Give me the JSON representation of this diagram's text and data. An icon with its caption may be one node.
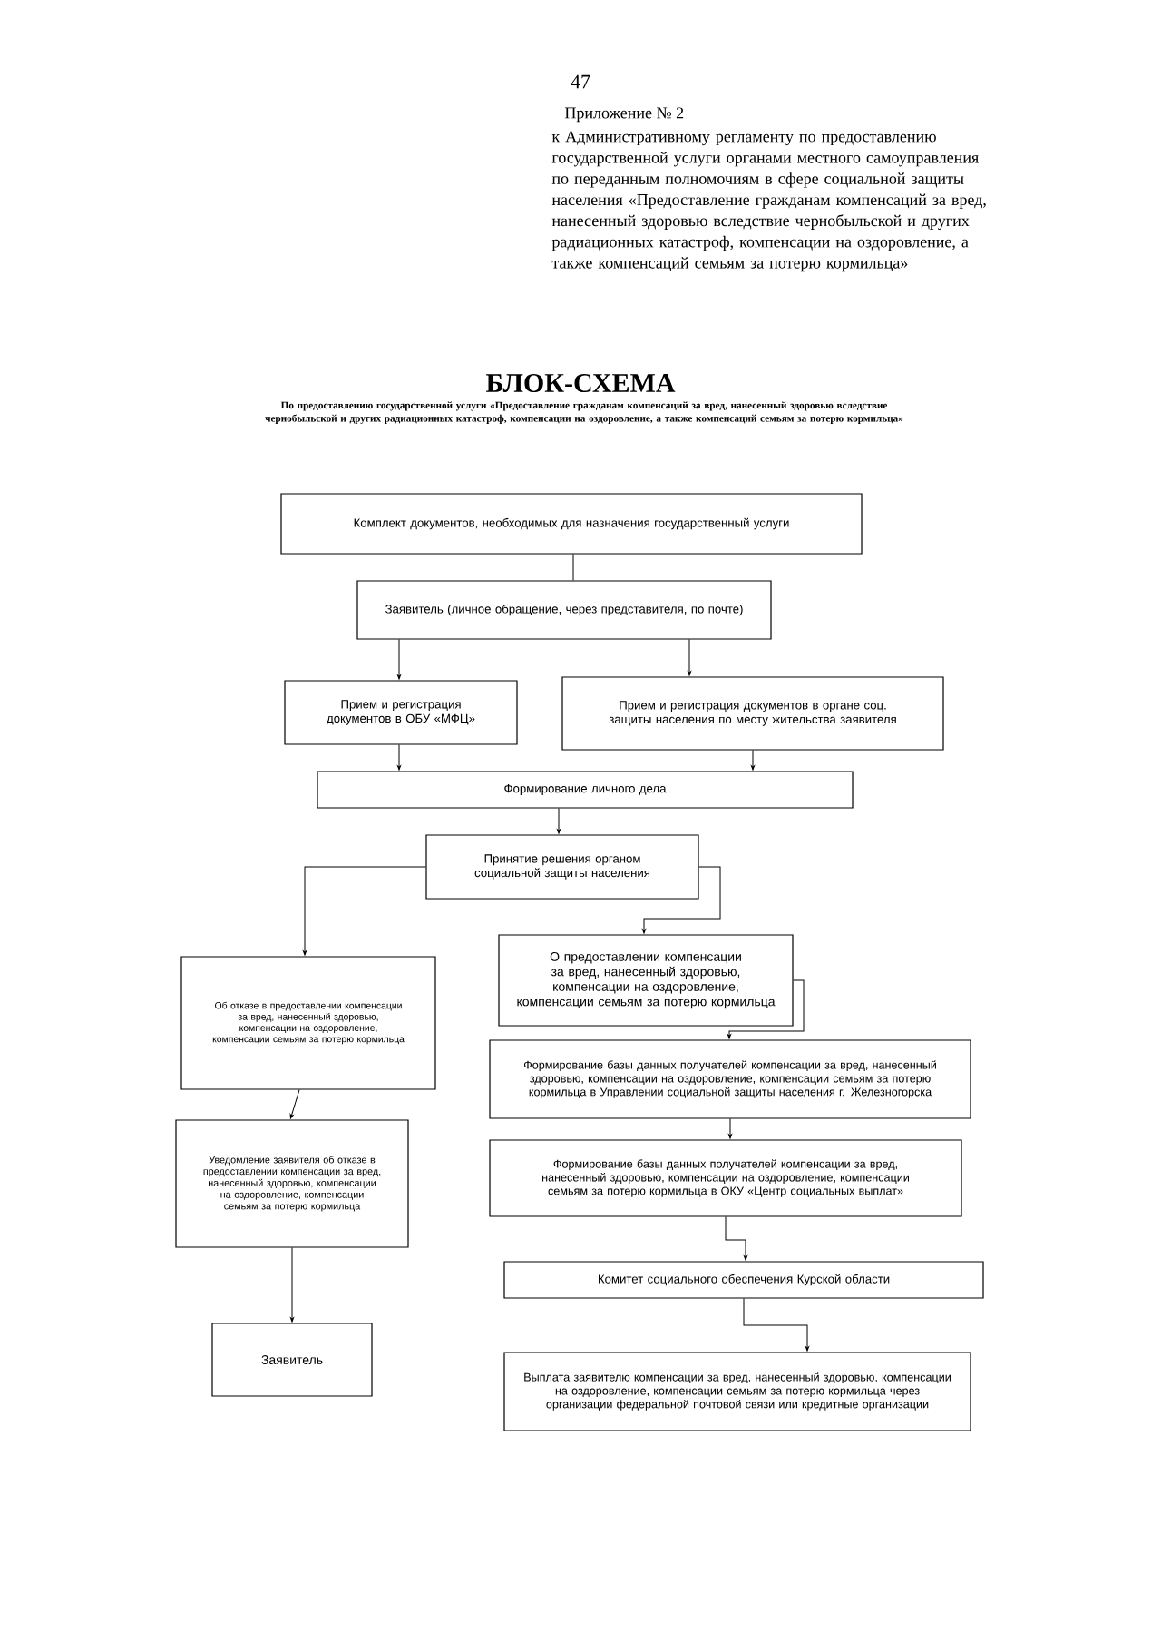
{
  "diagram": {
    "title": "БЛОК-СХЕМА",
    "nodes": [
      {
        "text": [
          "Комплект документов, необходимых для назначения государственный услуги"
        ]
      },
      {
        "text": [
          "Заявитель (личное обращение, через представителя, по почте)"
        ]
      },
      {
        "text": [
          "Прием и регистрация документов в ОБУ «МФЦ»"
        ]
      },
      {
        "text": [
          "Прием и регистрация документов в органе соц. защиты населения по месту жительства заявителя"
        ]
      },
      {
        "text": [
          "Формирование личного дела"
        ]
      },
      {
        "text": [
          "Принятие решения органом социальной защиты населения"
        ]
      },
      {
        "text": [
          "Об отказе в предоставлении компенсации за вред, нанесенный здоровью, компенсации на оздоровление, компенсации семьям за потерю кормильца"
        ]
      },
      {
        "text": [
          "О предоставлении компенсации за вред, нанесенный здоровью, компенсации на оздоровление, компенсации семьям за потерю кормильца"
        ]
      },
      {
        "text": [
          "Уведомление заявителя об отказе в предоставлении компенсации за вред, нанесенный здоровью, компенсации на оздоровление, компенсации семьям за потерю кормильца"
        ]
      },
      {
        "text": [
          "Формирование базы данных получателей компенсации за вред, нанесенный здоровью, компенсации на оздоровление, компенсации семьям за потерю кормильца в Управлении социальной защиты населения г. Железногорска"
        ]
      },
      {
        "text": [
          "Формирование базы данных получателей компенсации за вред, нанесенный здоровью, компенсации на оздоровление, компенсации семьям за потерю кормильца в ОКУ «Центр социальных выплат»"
        ]
      },
      {
        "text": [
          "Комитет социального обеспечения Курской области"
        ]
      },
      {
        "text": [
          "Выплата заявителю компенсации за вред, нанесенный здоровью, компенсации на оздоровление, компенсации семьям за потерю кормильца через организации федеральной почтовой связи или кредитные организации"
        ]
      },
      {
        "text": [
          "Заявитель"
        ]
      }
    ],
    "edges": [
      {
        "from": 0,
        "to": 1,
        "arrow": "none"
      },
      {
        "from": 1,
        "to": 2,
        "arrow": "to"
      },
      {
        "from": 1,
        "to": 3,
        "arrow": "to"
      },
      {
        "from": 2,
        "to": 4,
        "arrow": "to"
      },
      {
        "from": 3,
        "to": 4,
        "arrow": "to"
      },
      {
        "from": 4,
        "to": 5,
        "arrow": "to"
      },
      {
        "from": 5,
        "to": 6,
        "arrow": "to"
      },
      {
        "from": 5,
        "to": 7,
        "arrow": "to"
      },
      {
        "from": 6,
        "to": 8,
        "arrow": "to"
      },
      {
        "from": 7,
        "to": 9,
        "arrow": "to"
      },
      {
        "from": 9,
        "to": 10,
        "arrow": "to"
      },
      {
        "from": 10,
        "to": 11,
        "arrow": "to"
      },
      {
        "from": 11,
        "to": 12,
        "arrow": "to"
      },
      {
        "from": 8,
        "to": 13,
        "arrow": "to"
      }
    ],
    "labels": [
      "47",
      "Приложение № 2",
      "к Административному регламенту по предоставлению государственной услуги органами местного самоуправления по переданным полномочиям в сфере социальной защиты населения «Предоставление гражданам компенсаций за вред, нанесенный здоровью вследствие чернобыльской и других радиационных катастроф, компенсации на оздоровление, а также компенсаций семьям за потерю кормильца»",
      "По предоставлению государственной услуги «Предоставление гражданам компенсаций за вред, нанесенный здоровью вследствие чернобыльской и других радиационных катастроф, компенсации на оздоровление, а также компенсаций семьям за потерю кормильца»"
    ]
  }
}
